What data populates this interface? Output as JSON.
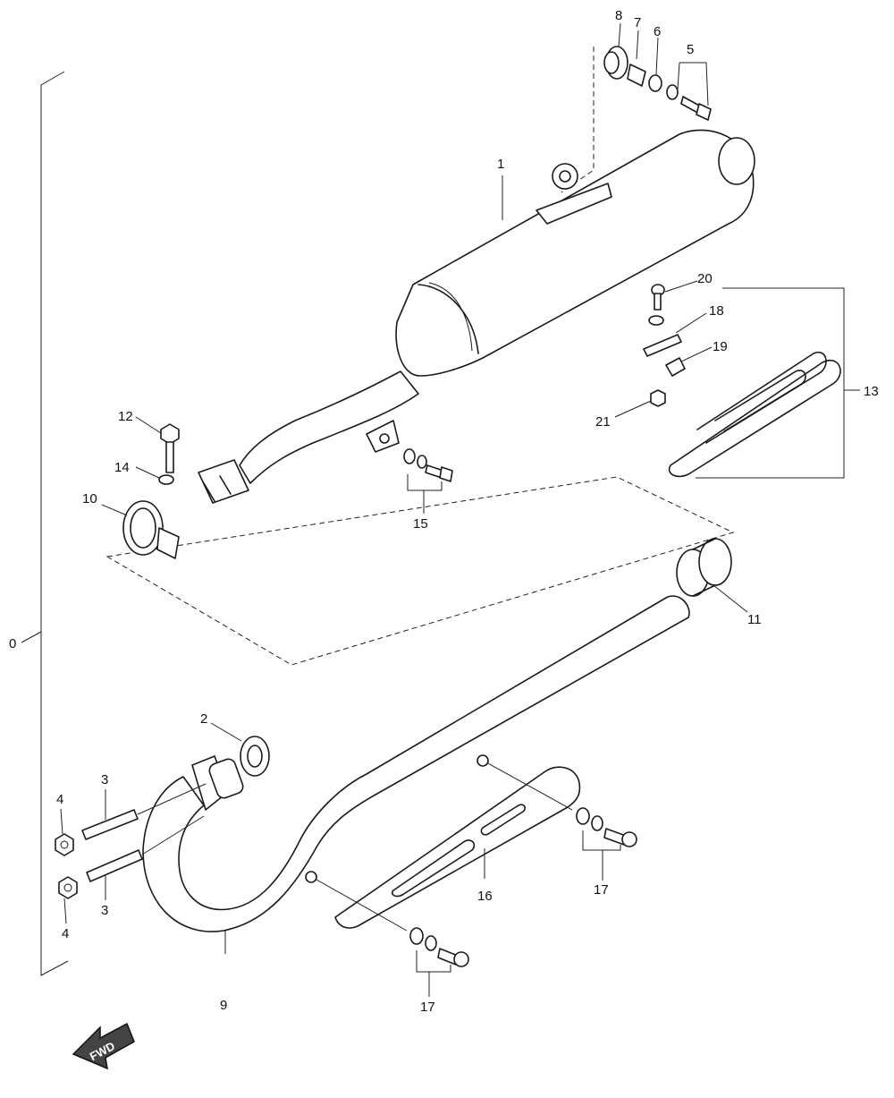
{
  "callouts": {
    "c0": "0",
    "c1": "1",
    "c2": "2",
    "c3a": "3",
    "c3b": "3",
    "c4a": "4",
    "c4b": "4",
    "c5": "5",
    "c6": "6",
    "c7": "7",
    "c8": "8",
    "c9": "9",
    "c10": "10",
    "c11": "11",
    "c12": "12",
    "c13": "13",
    "c14": "14",
    "c15": "15",
    "c16": "16",
    "c17a": "17",
    "c17b": "17",
    "c18": "18",
    "c19": "19",
    "c20": "20",
    "c21": "21"
  },
  "fwd_label": "FWD"
}
